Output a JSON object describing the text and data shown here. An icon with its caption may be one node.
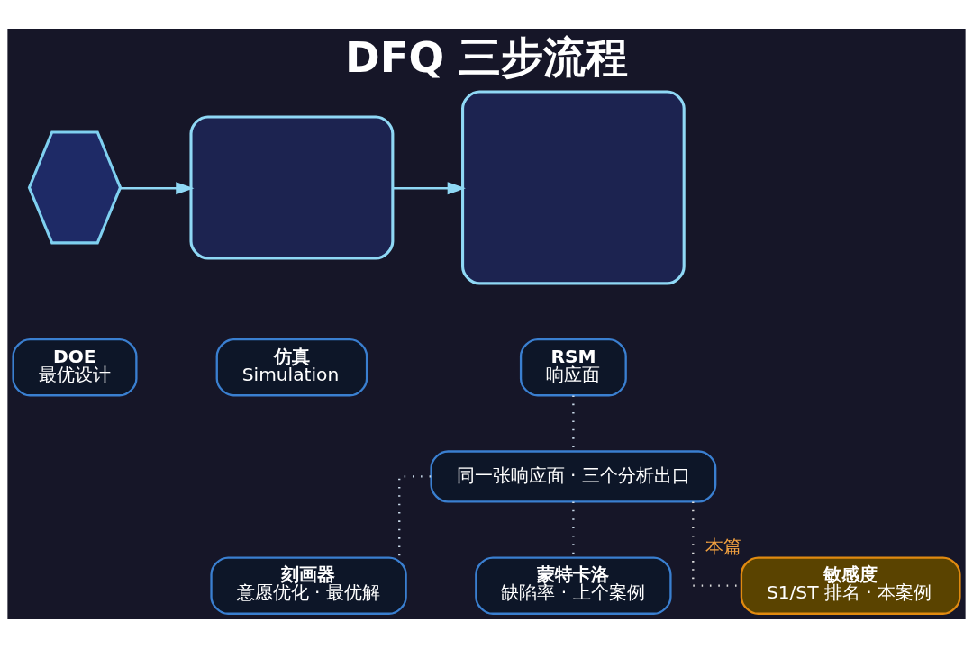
{
  "diagram": {
    "title": "DFQ 三步流程",
    "nodes": [
      {
        "text": [],
        "shape": "hexagon"
      },
      {
        "text": [],
        "shape": "box"
      },
      {
        "text": [],
        "shape": "box"
      },
      {
        "text": [
          "DOE",
          "最优设计"
        ]
      },
      {
        "text": [
          "仿真",
          "Simulation"
        ]
      },
      {
        "text": [
          "RSM",
          "响应面"
        ]
      },
      {
        "text": [
          "同一张响应面 · 三个分析出口"
        ]
      },
      {
        "text": [
          "刻画器",
          "意愿优化 · 最优解"
        ]
      },
      {
        "text": [
          "蒙特卡洛",
          "缺陷率 · 上个案例"
        ]
      },
      {
        "text": [
          "敏感度",
          "S1/ST 排名 · 本案例"
        ],
        "beside": [
          "本篇"
        ]
      }
    ],
    "edges": [
      {
        "from": 0,
        "to": 1,
        "arrow": "to"
      },
      {
        "from": 1,
        "to": 2,
        "arrow": "to"
      },
      {
        "from": 5,
        "to": 6,
        "arrow": "none",
        "style": "dashed"
      },
      {
        "from": 6,
        "to": 7,
        "arrow": "none",
        "style": "dashed"
      },
      {
        "from": 6,
        "to": 8,
        "arrow": "none",
        "style": "dashed"
      },
      {
        "from": 6,
        "to": 9,
        "arrow": "none",
        "style": "dashed",
        "color": "#dddddd"
      }
    ]
  }
}
